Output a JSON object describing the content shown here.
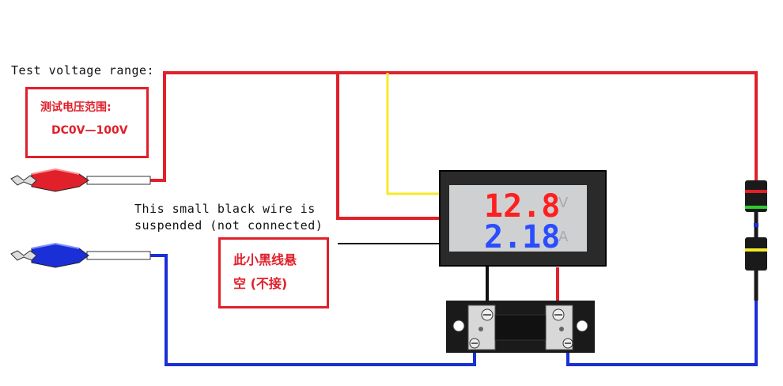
{
  "labels": {
    "voltage_range_en": "Test voltage range:",
    "voltage_range_cn": "测试电压范围:",
    "voltage_range_value": "DC0V—100V",
    "wire_note_en_line1": "This small black wire is",
    "wire_note_en_line2": "suspended (not connected)",
    "wire_note_cn_line1": "此小黑线悬",
    "wire_note_cn_line2": "空 (不接)"
  },
  "meter": {
    "voltage_reading": "12.8",
    "voltage_unit": "V",
    "current_reading": "2.18",
    "current_unit": "A"
  },
  "colors": {
    "red_wire": "#e0202a",
    "blue_wire": "#1a2fd6",
    "yellow_wire": "#f4ea2a",
    "black_wire": "#111111",
    "meter_red": "#ff1f1f",
    "meter_blue": "#2a4dff"
  }
}
